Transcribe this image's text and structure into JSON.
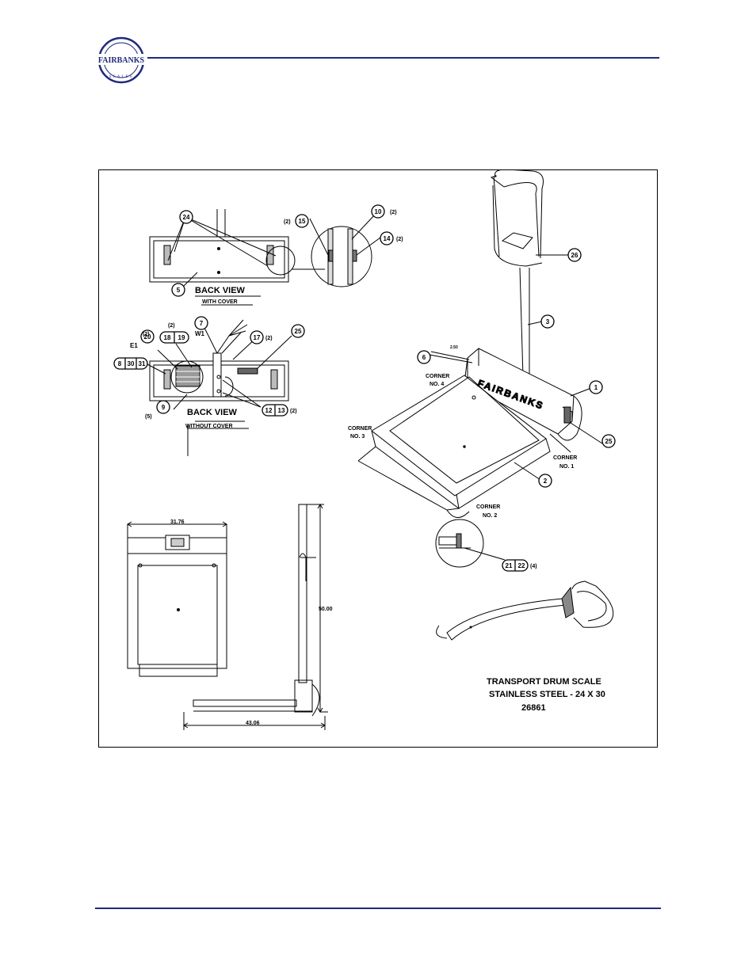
{
  "header": {
    "logo_text": "FAIRBANKS",
    "logo_subtext": "SCALES"
  },
  "drawing": {
    "title_line1": "TRANSPORT DRUM SCALE",
    "title_line2": "STAINLESS STEEL - 24 X 30",
    "drawing_number": "26861",
    "back_view_label": "BACK VIEW",
    "with_cover_label": "WITH COVER",
    "without_cover_label": "WITHOUT COVER",
    "deck_brand": "FAIRBANKS",
    "corner_labels": [
      {
        "line1": "CORNER",
        "line2": "NO. 1"
      },
      {
        "line1": "CORNER",
        "line2": "NO. 2"
      },
      {
        "line1": "CORNER",
        "line2": "NO. 3"
      },
      {
        "line1": "CORNER",
        "line2": "NO. 4"
      }
    ],
    "dimensions": {
      "width": "31.76",
      "height": "50.00",
      "depth": "43.06",
      "small": "2.50"
    },
    "callouts": {
      "c1": "1",
      "c2": "2",
      "c3": "3",
      "c5": "5",
      "c6": "6",
      "c7": "7",
      "c8": "8",
      "c9": "9",
      "c10": "10",
      "c12": "12",
      "c13": "13",
      "c14": "14",
      "c15": "15",
      "c17": "17",
      "c18": "18",
      "c19": "19",
      "c20": "20",
      "c21": "21",
      "c22": "22",
      "c24": "24",
      "c25a": "25",
      "c25b": "25",
      "c26": "26",
      "c30": "30",
      "c31": "31"
    },
    "qty": {
      "q2": "(2)",
      "q4": "(4)",
      "q5": "(5)"
    },
    "misc": {
      "e1": "E1",
      "w1": "W1"
    }
  }
}
